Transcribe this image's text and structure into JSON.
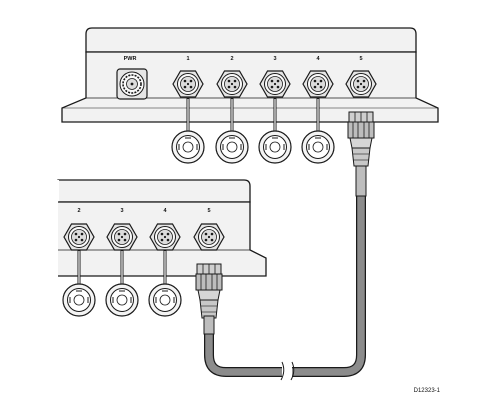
{
  "upper_unit": {
    "power_label": "PWR",
    "port_labels": [
      "1",
      "2",
      "3",
      "4",
      "5"
    ]
  },
  "lower_unit": {
    "port_labels": [
      "2",
      "3",
      "4",
      "5"
    ]
  },
  "reference_code": "D12323-1",
  "colors": {
    "line": "#1a1a1a",
    "housing": "#f2f2f2",
    "cable": "#8c8c8c",
    "connector": "#bdbdbd"
  },
  "icons": [
    "connector-port-icon",
    "dust-cap-icon",
    "cable-plug-icon"
  ]
}
